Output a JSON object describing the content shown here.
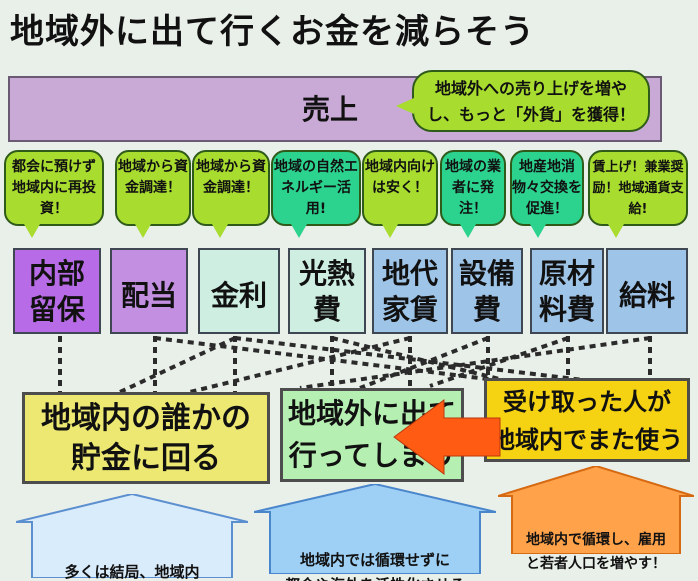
{
  "title": "地域外に出て行くお金を減らそう",
  "sales": {
    "label": "売上",
    "bubble": "地域外への売り上げを増や\nし、もっと「外貨」を獲得！"
  },
  "bubbles": [
    "都会に預けず地域内に再投資！",
    "地域から資金調達！",
    "地域から資金調達！",
    "地域の自然エネルギー活用!",
    "地域内向けは安く！",
    "地域の業者に発注！",
    "地産地消物々交換を促進！",
    "賃上げ！兼業奨励！地域通貨支給!"
  ],
  "categories": [
    "内部\n留保",
    "配当",
    "金利",
    "光熱\n費",
    "地代\n家賃",
    "設備\n費",
    "原材\n料費",
    "給料"
  ],
  "outcomes": {
    "savings": "地域内の誰かの\n貯金に回る",
    "outflow": "地域外に出て\n行ってしまう",
    "circulate": "受け取った人が\n地域内でまた使う"
  },
  "notes": {
    "left": "多くは結局、地域内\nでは使われないまま",
    "middle": "地域内では循環せずに\n都会や海外を活性化させる",
    "right": "地域内で循環し、雇用\nと若者人口を増やす！"
  },
  "colors": {
    "bubble_green": "#a8dc2f",
    "bubble_teal": "#2bd38f",
    "purple": "#b86be6",
    "light_purple": "#c9a9d6",
    "mint": "#cdeee0",
    "blue": "#9ec4e8",
    "yellow": "#ede871",
    "light_green": "#b6efb2",
    "orange": "#ff5b12"
  }
}
